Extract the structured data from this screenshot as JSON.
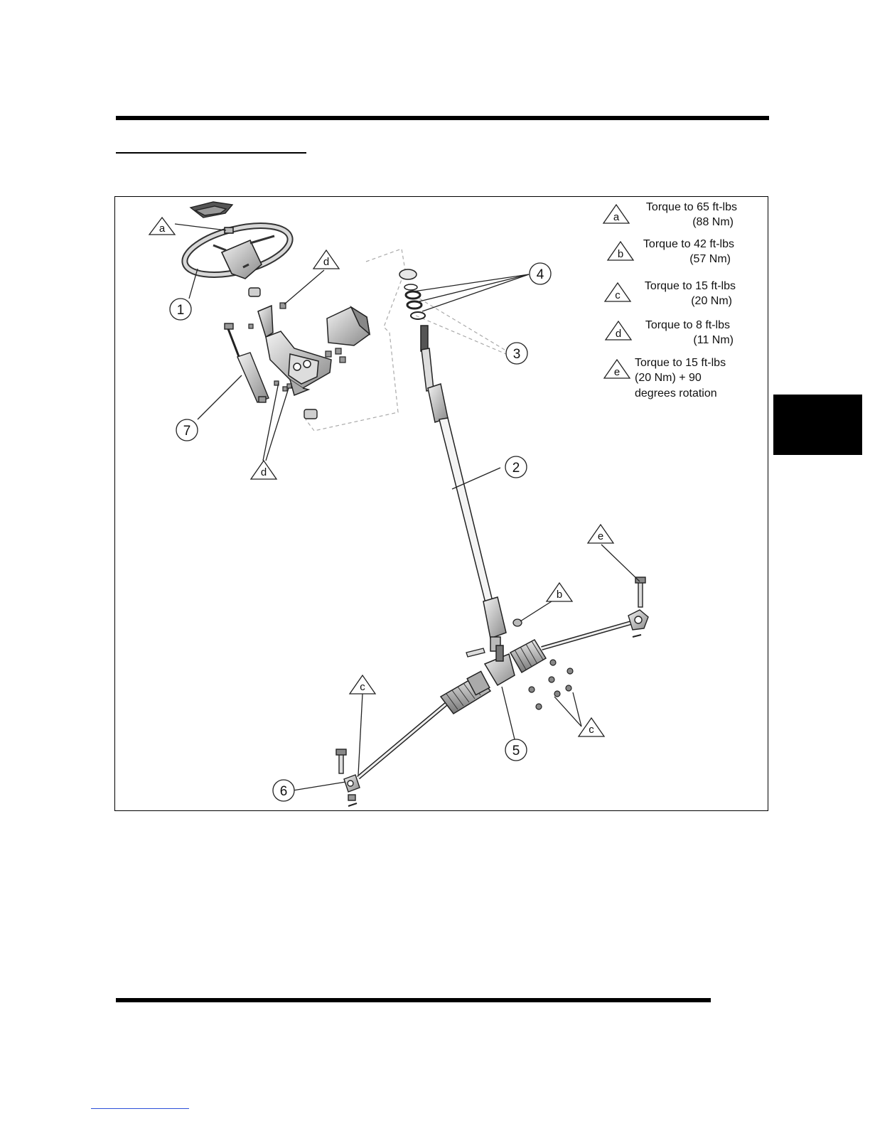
{
  "legend": [
    {
      "letter": "a",
      "line1": "Torque to 65 ft-lbs",
      "line2": "(88 Nm)"
    },
    {
      "letter": "b",
      "line1": "Torque to 42 ft-lbs",
      "line2": "(57 Nm)"
    },
    {
      "letter": "c",
      "line1": "Torque to 15 ft-lbs",
      "line2": "(20 Nm)"
    },
    {
      "letter": "d",
      "line1": "Torque to 8 ft-lbs",
      "line2": "(11 Nm)"
    },
    {
      "letter": "e",
      "line1": "Torque to 15 ft-lbs",
      "line2": "(20 Nm) + 90",
      "line3": "degrees rotation"
    }
  ],
  "callouts": {
    "c1": "1",
    "c2": "2",
    "c3": "3",
    "c4": "4",
    "c5": "5",
    "c6": "6",
    "c7": "7"
  },
  "torque_marks": {
    "a": "a",
    "b": "b",
    "c_left": "c",
    "c_right": "c",
    "d_top": "d",
    "d_bottom": "d",
    "e": "e"
  }
}
